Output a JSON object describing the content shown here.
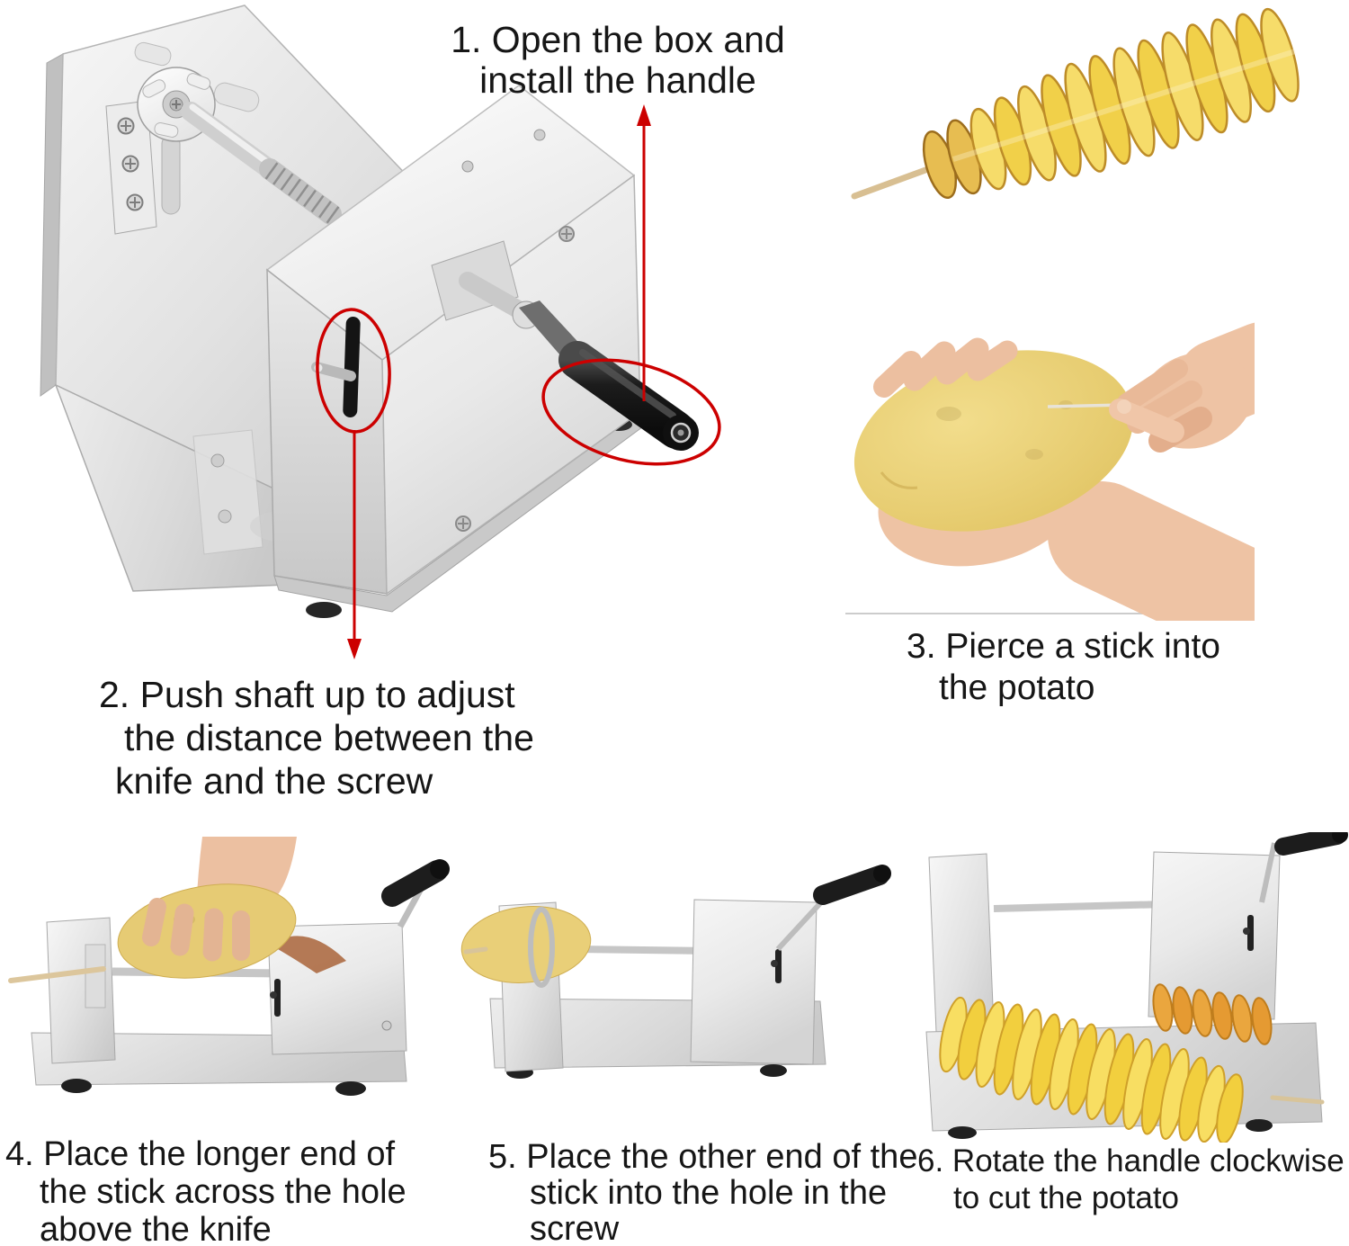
{
  "page": {
    "kind": "product instruction sheet",
    "subject": "manual stainless steel spiral potato cutter usage steps",
    "background_color": "#ffffff",
    "text_color": "#161616",
    "annotation_color": "#cc0000"
  },
  "steps": {
    "step1": {
      "lines": [
        "1. Open the box and",
        "install the handle"
      ]
    },
    "step2": {
      "lines": [
        "2. Push shaft up to adjust",
        "the distance between the",
        "knife and the screw"
      ]
    },
    "step3": {
      "lines": [
        "3. Pierce a stick into",
        "the potato"
      ]
    },
    "step4": {
      "lines": [
        "4. Place the longer end of",
        "the stick across the hole",
        "above the knife"
      ]
    },
    "step5": {
      "lines": [
        "5. Place the other end of the",
        "stick into the hole in the",
        "screw"
      ]
    },
    "step6": {
      "lines": [
        "6. Rotate the handle clockwise",
        "to cut the potato"
      ]
    }
  },
  "illustrations": {
    "machine_photo": {
      "label": "stainless steel spiral cutter with crank handle, red circles around adjusting slot and handle grip",
      "steel_light": "#f6f6f6",
      "steel_mid": "#d8d8d8",
      "steel_dark": "#b9b9b9",
      "handle_grip_color": "#1c1c1c",
      "slot_color": "#141414",
      "annotation_color": "#cc0000"
    },
    "spiral_potato_photo": {
      "label": "spiral-cut potato chip on a wooden stick",
      "chip_yellow": "#f5d75c",
      "chip_edge": "#bd8c28",
      "stick_color": "#d8bf92"
    },
    "pierce_photo": {
      "label": "two hands piercing a stick into a potato",
      "skin_color": "#eec3a4",
      "potato_color": "#e8cd76"
    },
    "step4_photo": {
      "label": "hand placing potato on cutter skewer",
      "knife_color": "#ad6c44"
    },
    "step5_photo": {
      "label": "potato mounted on cutter between flange and screw"
    },
    "step6_photo": {
      "label": "cutter with finished spiral potato on base",
      "spiral_yellow": "#f6d84e",
      "spiral_orange": "#eaa63e"
    }
  }
}
